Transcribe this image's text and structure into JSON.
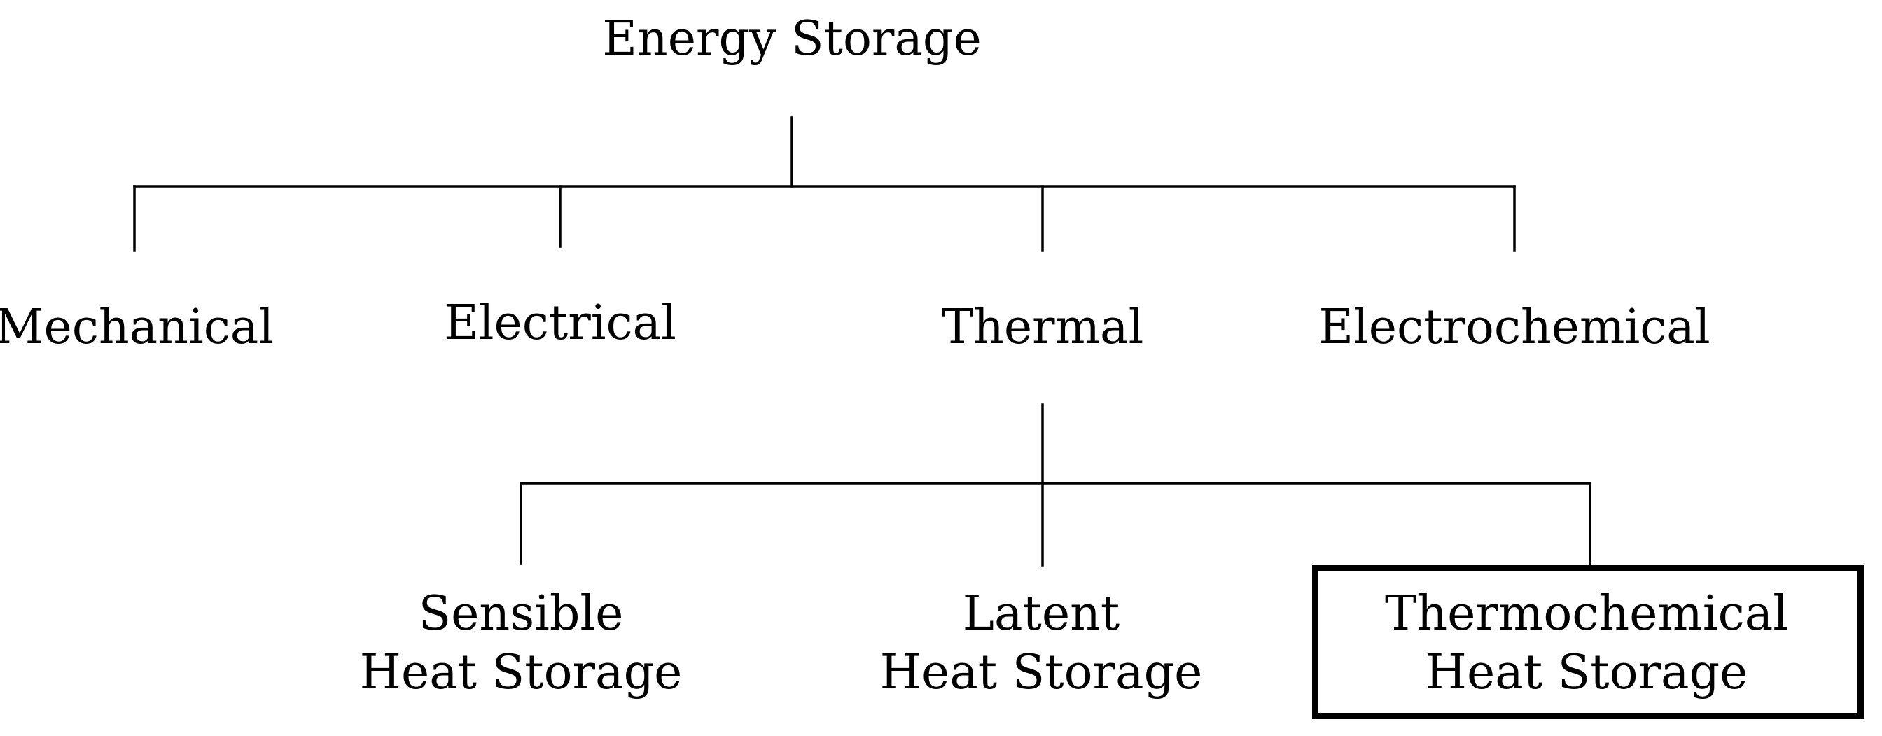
{
  "diagram": {
    "root": {
      "label": "Energy Storage"
    },
    "categories": [
      {
        "label": "Mechanical"
      },
      {
        "label": "Electrical"
      },
      {
        "label": "Thermal"
      },
      {
        "label": "Electrochemical"
      }
    ],
    "thermal_subtypes": [
      {
        "line1": "Sensible",
        "line2": "Heat Storage"
      },
      {
        "line1": "Latent",
        "line2": "Heat Storage"
      },
      {
        "line1": "Thermochemical",
        "line2": "Heat Storage",
        "highlighted": true
      }
    ]
  }
}
